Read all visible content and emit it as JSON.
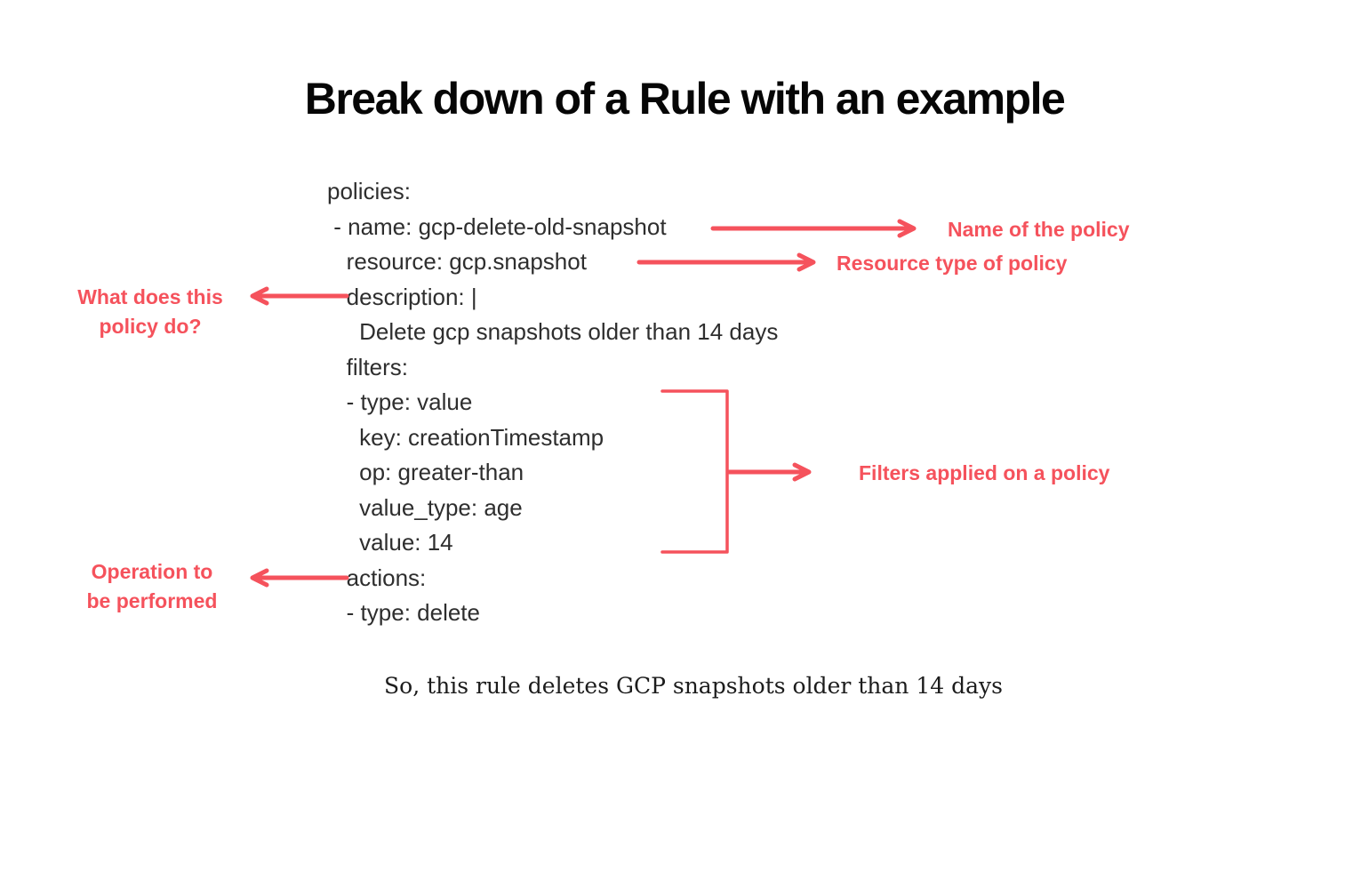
{
  "title": "Break down of a Rule with an example",
  "code": {
    "language": "yaml",
    "lines": [
      "policies:",
      " - name: gcp-delete-old-snapshot",
      "   resource: gcp.snapshot",
      "   description: |",
      "     Delete gcp snapshots older than 14 days",
      "   filters:",
      "   - type: value",
      "     key: creationTimestamp",
      "     op: greater-than",
      "     value_type: age",
      "     value: 14",
      "   actions:",
      "   - type: delete"
    ]
  },
  "annotations": {
    "policy_name": {
      "label": "Name of the policy"
    },
    "resource_type": {
      "label": "Resource type of policy"
    },
    "description": {
      "lines": [
        "What does this",
        "policy do?"
      ]
    },
    "filters": {
      "label": "Filters applied on a policy"
    },
    "operation": {
      "lines": [
        "Operation to",
        "be performed"
      ]
    }
  },
  "caption": "So, this rule deletes GCP snapshots older than 14 days",
  "colors": {
    "accent_red": "#f5525c",
    "code_text": "#2e2e2e",
    "title_text": "#060606"
  }
}
